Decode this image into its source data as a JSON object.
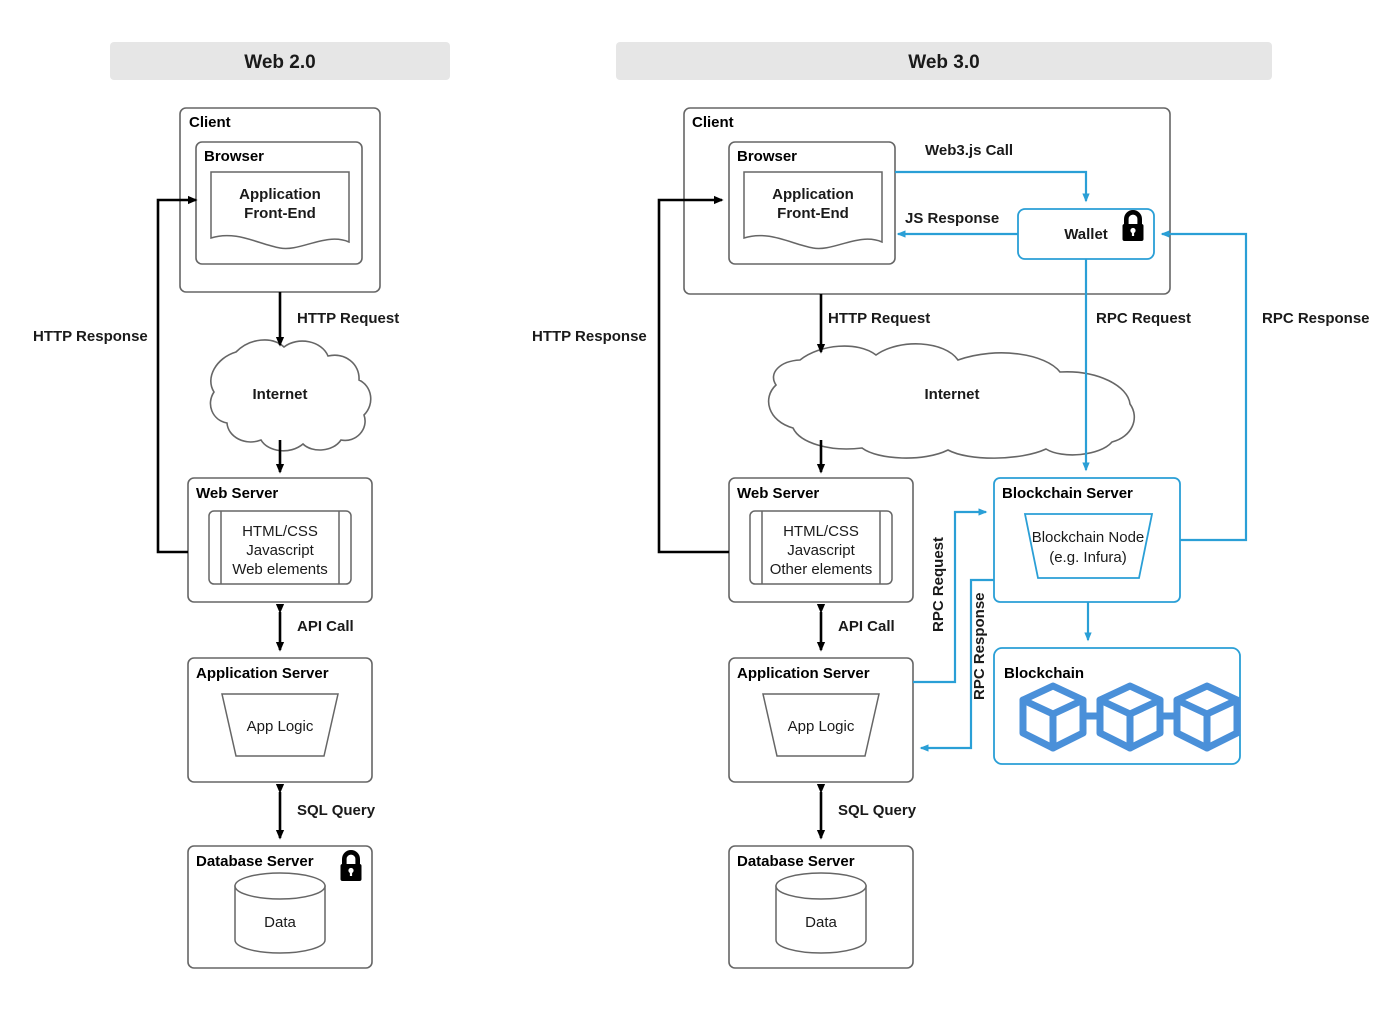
{
  "panels": {
    "left": {
      "header": "Web 2.0",
      "client": "Client",
      "browser": "Browser",
      "frontend_line1": "Application",
      "frontend_line2": "Front-End",
      "internet": "Internet",
      "web_server": "Web Server",
      "web_server_line1": "HTML/CSS",
      "web_server_line2": "Javascript",
      "web_server_line3": "Web elements",
      "app_server": "Application Server",
      "app_logic": "App Logic",
      "db_server": "Database Server",
      "data": "Data",
      "edges": {
        "http_request": "HTTP Request",
        "http_response": "HTTP Response",
        "api_call": "API Call",
        "sql_query": "SQL Query"
      },
      "icons": {
        "db_lock": "lock-icon"
      }
    },
    "right": {
      "header": "Web 3.0",
      "client": "Client",
      "browser": "Browser",
      "frontend_line1": "Application",
      "frontend_line2": "Front-End",
      "wallet": "Wallet",
      "internet": "Internet",
      "web_server": "Web Server",
      "web_server_line1": "HTML/CSS",
      "web_server_line2": "Javascript",
      "web_server_line3": "Other elements",
      "app_server": "Application Server",
      "app_logic": "App Logic",
      "db_server": "Database Server",
      "data": "Data",
      "blockchain_server": "Blockchain Server",
      "blockchain_node_line1": "Blockchain Node",
      "blockchain_node_line2": "(e.g. Infura)",
      "blockchain": "Blockchain",
      "edges": {
        "http_request": "HTTP Request",
        "http_response": "HTTP Response",
        "api_call": "API Call",
        "sql_query": "SQL Query",
        "web3js_call": "Web3.js Call",
        "js_response": "JS Response",
        "rpc_request_top": "RPC Request",
        "rpc_response_top": "RPC Response",
        "rpc_request_mid": "RPC Request",
        "rpc_response_mid": "RPC Response"
      },
      "icons": {
        "wallet_lock": "lock-icon",
        "blockchain_cubes": "blockchain-cubes-icon"
      }
    }
  },
  "colors": {
    "header_bg": "#e6e6e6",
    "stroke_gray": "#666666",
    "accent_blue": "#2a9fd6",
    "cube_blue": "#4a90d9",
    "black": "#000000"
  }
}
